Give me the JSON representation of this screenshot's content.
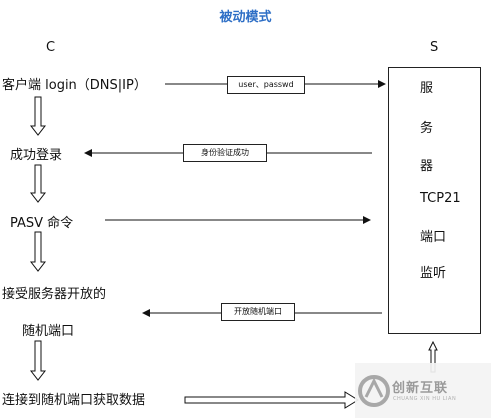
{
  "title": "被动模式",
  "client_label": "C",
  "server_label": "S",
  "steps": {
    "login": "客户端 login（DNS|IP）",
    "success": "成功登录",
    "pasv": "PASV 命令",
    "accept1": "接受服务器开放的",
    "accept2": "随机端口",
    "connect": "连接到随机端口获取数据"
  },
  "messages": {
    "userpass": "user、passwd",
    "auth": "身份验证成功",
    "open_port": "开放随机端口"
  },
  "server_text": [
    "服",
    "务",
    "器",
    "TCP21",
    "端口",
    "监听"
  ],
  "watermark": {
    "name": "创新互联",
    "sub": "CHUANG XIN HU LIAN"
  }
}
